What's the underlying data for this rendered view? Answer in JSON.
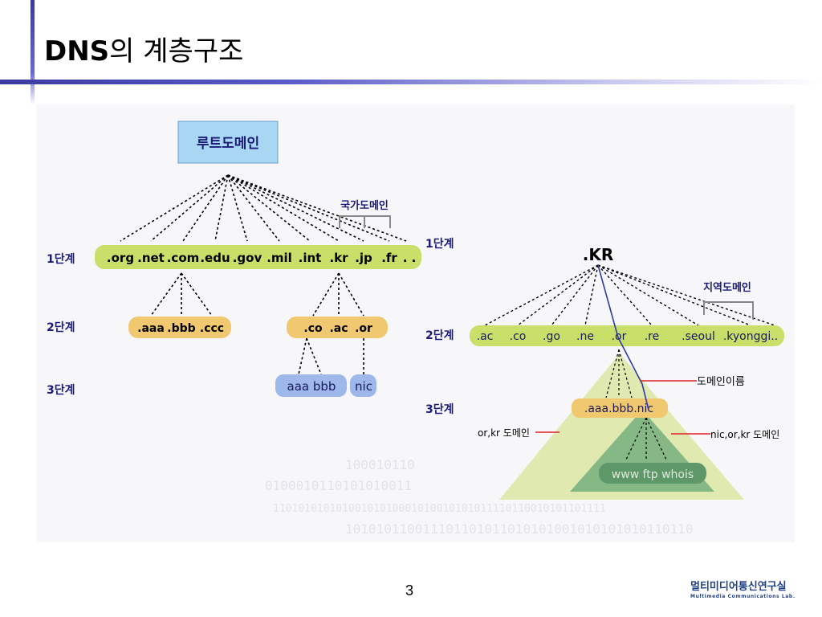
{
  "title": {
    "strong": "DNS",
    "rest": "의 계층구조"
  },
  "left_tree": {
    "root": "루트도메인",
    "country_label": "국가도메인",
    "levels": [
      "1단계",
      "2단계",
      "3단계"
    ],
    "level1": [
      ".org",
      ".net",
      ".com",
      ".edu",
      ".gov",
      ".mil",
      ".int",
      ".kr",
      ".jp",
      ".fr",
      ". ."
    ],
    "level2_generic": [
      ".aaa",
      ".bbb",
      ".ccc"
    ],
    "level2_kr": [
      ".co",
      ".ac",
      ".or"
    ],
    "level3_hosts": "aaa  bbb",
    "level3_nic": "nic"
  },
  "right_tree": {
    "root": ".KR",
    "region_label": "지역도메인",
    "levels": [
      "1단계",
      "2단계",
      "3단계"
    ],
    "level2": [
      ".ac",
      ".co",
      ".go",
      ".ne",
      ".or",
      ".re",
      ".seoul",
      ".kyonggi..",
      ""
    ],
    "level3": ".aaa.bbb.nic",
    "hosts": "www  ftp  whois",
    "callout_domain_name": "도메인이름",
    "callout_or_kr": "or,kr 도메인",
    "callout_nic_or_kr": "nic,or,kr 도메인"
  },
  "binary_text": [
    "100010110",
    "0100010110101010011",
    "11010101010100101010001010010101011110110010101101111",
    "101010110011101101011010101001010101010110110"
  ],
  "page_number": "3",
  "footer": {
    "lab_korean": "멀티미디어통신연구실",
    "lab_english": "Multimedia Communications Lab."
  },
  "colors": {
    "accent_bar": "#3a3aa0",
    "level_bar": "#c8e06a",
    "generic_box": "#f0c870",
    "host_box": "#9fb8ec",
    "root_box": "#a9d6f2",
    "triangle_outer": "#e0eab0",
    "triangle_inner": "#86b886",
    "link_line": "#2a3aa8",
    "callout_line": "#dd2222"
  }
}
